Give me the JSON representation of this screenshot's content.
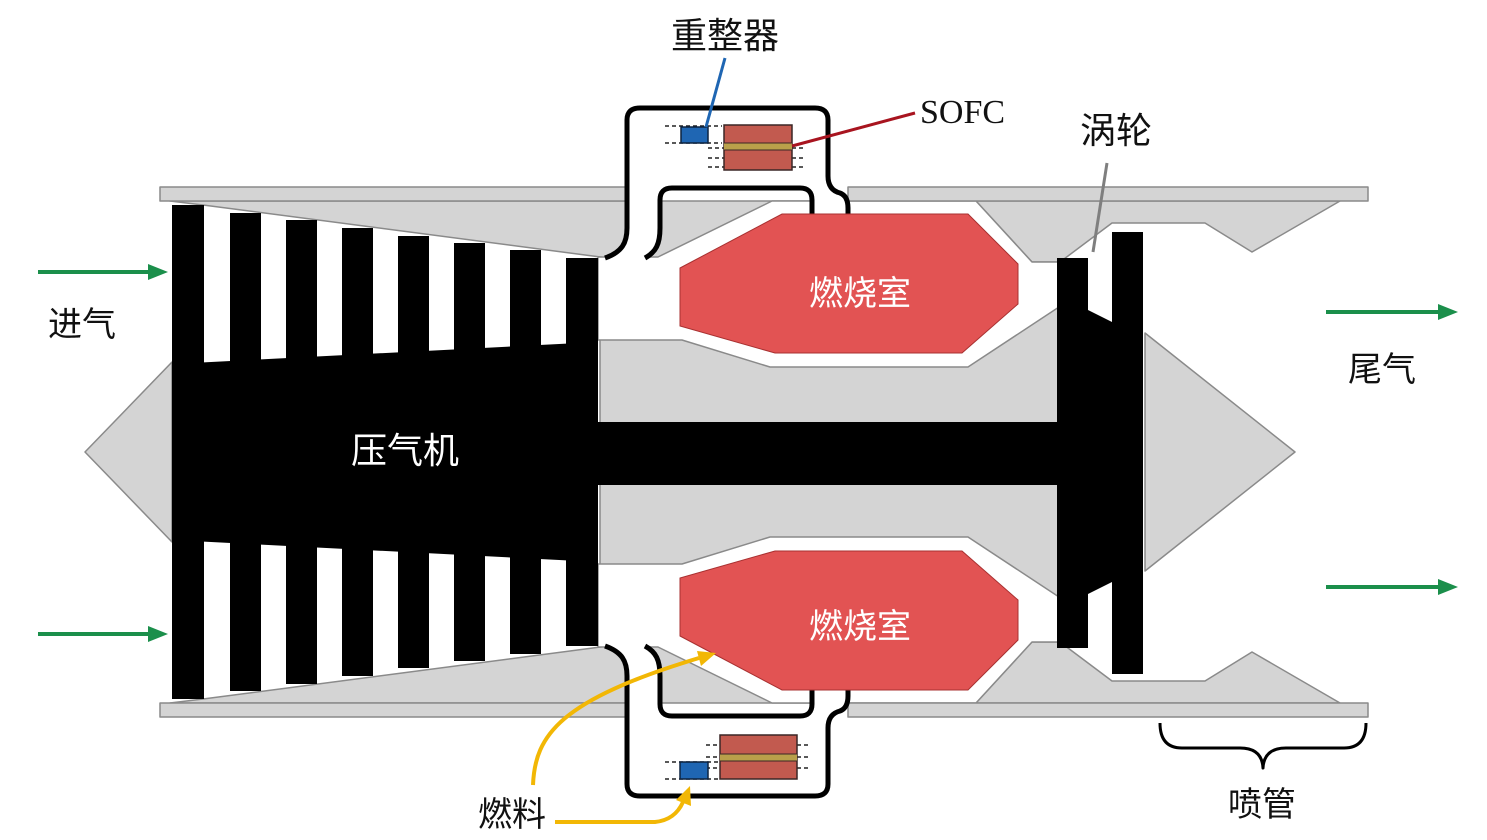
{
  "labels": {
    "reformer": "重整器",
    "sofc": "SOFC",
    "turbine": "涡轮",
    "intake": "进气",
    "exhaust": "尾气",
    "combustor_top": "燃烧室",
    "combustor_bottom": "燃烧室",
    "compressor": "压气机",
    "fuel": "燃料",
    "nozzle": "喷管"
  },
  "colors": {
    "casing": "#d4d4d4",
    "combustor": "#e25353",
    "airflow": "#1b8f4b",
    "fuel": "#f2b705",
    "reformer": "#1f66b3",
    "sofc": "#c25a4f",
    "sofc_leader": "#a8141f",
    "turbine_leader": "#7f7f7f"
  }
}
